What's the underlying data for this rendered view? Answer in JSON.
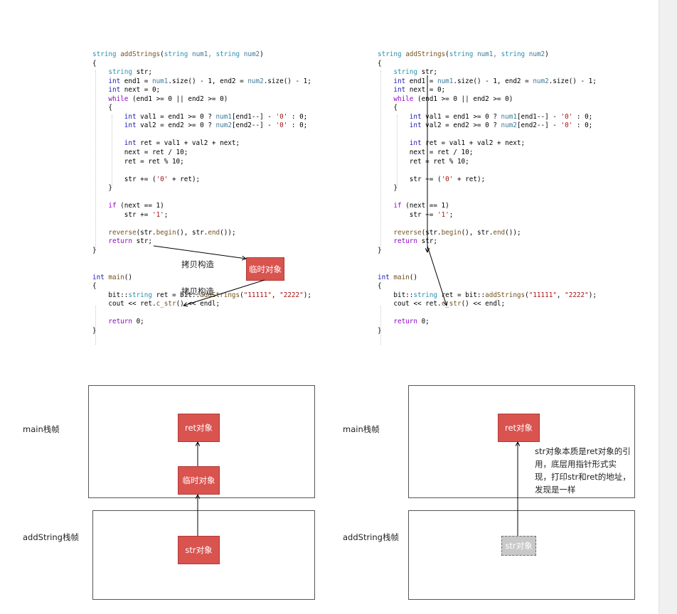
{
  "code_panels": [
    {
      "id": "left",
      "lines": [
        [
          [
            "string ",
            "ty"
          ],
          [
            "addStrings",
            "fn"
          ],
          [
            "(",
            ""
          ],
          [
            "string ",
            "ty"
          ],
          [
            "num1, ",
            "prm"
          ],
          [
            "string ",
            "ty"
          ],
          [
            "num2",
            "prm"
          ],
          [
            ")",
            ""
          ]
        ],
        [
          [
            "{",
            ""
          ]
        ],
        [
          [
            "    ",
            ""
          ],
          [
            "string ",
            "ty"
          ],
          [
            "str;",
            ""
          ]
        ],
        [
          [
            "    ",
            ""
          ],
          [
            "int ",
            "kw"
          ],
          [
            "end1 = ",
            ""
          ],
          [
            "num1",
            "prm"
          ],
          [
            ".size() - 1, end2 = ",
            ""
          ],
          [
            "num2",
            "prm"
          ],
          [
            ".size() - 1;",
            ""
          ]
        ],
        [
          [
            "    ",
            ""
          ],
          [
            "int ",
            "kw"
          ],
          [
            "next = 0;",
            ""
          ]
        ],
        [
          [
            "    ",
            ""
          ],
          [
            "while ",
            "ctl"
          ],
          [
            "(end1 >= 0 || end2 >= 0)",
            ""
          ]
        ],
        [
          [
            "    {",
            ""
          ]
        ],
        [
          [
            "        ",
            ""
          ],
          [
            "int ",
            "kw"
          ],
          [
            "val1 = end1 >= 0 ? ",
            ""
          ],
          [
            "num1",
            "prm"
          ],
          [
            "[end1--] - ",
            ""
          ],
          [
            "'0'",
            "str"
          ],
          [
            " : 0;",
            ""
          ]
        ],
        [
          [
            "        ",
            ""
          ],
          [
            "int ",
            "kw"
          ],
          [
            "val2 = end2 >= 0 ? ",
            ""
          ],
          [
            "num2",
            "prm"
          ],
          [
            "[end2--] - ",
            ""
          ],
          [
            "'0'",
            "str"
          ],
          [
            " : 0;",
            ""
          ]
        ],
        [
          [
            "",
            ""
          ]
        ],
        [
          [
            "        ",
            ""
          ],
          [
            "int ",
            "kw"
          ],
          [
            "ret = val1 + val2 + next;",
            ""
          ]
        ],
        [
          [
            "        next = ret / 10;",
            ""
          ]
        ],
        [
          [
            "        ret = ret % 10;",
            ""
          ]
        ],
        [
          [
            "",
            ""
          ]
        ],
        [
          [
            "        str += (",
            ""
          ],
          [
            "'0'",
            "str"
          ],
          [
            " + ret);",
            ""
          ]
        ],
        [
          [
            "    }",
            ""
          ]
        ],
        [
          [
            "",
            ""
          ]
        ],
        [
          [
            "    ",
            ""
          ],
          [
            "if ",
            "ctl"
          ],
          [
            "(next == 1)",
            ""
          ]
        ],
        [
          [
            "        str += ",
            ""
          ],
          [
            "'1'",
            "str"
          ],
          [
            ";",
            ""
          ]
        ],
        [
          [
            "",
            ""
          ]
        ],
        [
          [
            "    ",
            ""
          ],
          [
            "reverse",
            "fn"
          ],
          [
            "(str.",
            ""
          ],
          [
            "begin",
            "fn"
          ],
          [
            "(), str.",
            ""
          ],
          [
            "end",
            "fn"
          ],
          [
            "());",
            ""
          ]
        ],
        [
          [
            "    ",
            ""
          ],
          [
            "return ",
            "ctl"
          ],
          [
            "str;",
            ""
          ]
        ],
        [
          [
            "}",
            ""
          ]
        ],
        [
          [
            "",
            ""
          ]
        ],
        [
          [
            "",
            ""
          ]
        ],
        [
          [
            "int ",
            "kw"
          ],
          [
            "main",
            "fn"
          ],
          [
            "()",
            ""
          ]
        ],
        [
          [
            "{",
            ""
          ]
        ],
        [
          [
            "    bit::",
            ""
          ],
          [
            "string ",
            "ty"
          ],
          [
            "ret = bit::",
            ""
          ],
          [
            "addStrings",
            "fn"
          ],
          [
            "(",
            ""
          ],
          [
            "\"11111\"",
            "str"
          ],
          [
            ", ",
            ""
          ],
          [
            "\"2222\"",
            "str"
          ],
          [
            ");",
            ""
          ]
        ],
        [
          [
            "    cout << ret.",
            ""
          ],
          [
            "c_str",
            "fn"
          ],
          [
            "() << endl;",
            ""
          ]
        ],
        [
          [
            "",
            ""
          ]
        ],
        [
          [
            "    ",
            ""
          ],
          [
            "return ",
            "ctl"
          ],
          [
            "0;",
            ""
          ]
        ],
        [
          [
            "}",
            ""
          ]
        ]
      ]
    },
    {
      "id": "right",
      "lines": [
        [
          [
            "string ",
            "ty"
          ],
          [
            "addStrings",
            "fn"
          ],
          [
            "(",
            ""
          ],
          [
            "string ",
            "ty"
          ],
          [
            "num1, ",
            "prm"
          ],
          [
            "string ",
            "ty"
          ],
          [
            "num2",
            "prm"
          ],
          [
            ")",
            ""
          ]
        ],
        [
          [
            "{",
            ""
          ]
        ],
        [
          [
            "    ",
            ""
          ],
          [
            "string ",
            "ty"
          ],
          [
            "str;",
            ""
          ]
        ],
        [
          [
            "    ",
            ""
          ],
          [
            "int ",
            "kw"
          ],
          [
            "end1 = ",
            ""
          ],
          [
            "num1",
            "prm"
          ],
          [
            ".size() - 1, end2 = ",
            ""
          ],
          [
            "num2",
            "prm"
          ],
          [
            ".size() - 1;",
            ""
          ]
        ],
        [
          [
            "    ",
            ""
          ],
          [
            "int ",
            "kw"
          ],
          [
            "next = 0;",
            ""
          ]
        ],
        [
          [
            "    ",
            ""
          ],
          [
            "while ",
            "ctl"
          ],
          [
            "(end1 >= 0 || end2 >= 0)",
            ""
          ]
        ],
        [
          [
            "    {",
            ""
          ]
        ],
        [
          [
            "        ",
            ""
          ],
          [
            "int ",
            "kw"
          ],
          [
            "val1 = end1 >= 0 ? ",
            ""
          ],
          [
            "num1",
            "prm"
          ],
          [
            "[end1--] - ",
            ""
          ],
          [
            "'0'",
            "str"
          ],
          [
            " : 0;",
            ""
          ]
        ],
        [
          [
            "        ",
            ""
          ],
          [
            "int ",
            "kw"
          ],
          [
            "val2 = end2 >= 0 ? ",
            ""
          ],
          [
            "num2",
            "prm"
          ],
          [
            "[end2--] - ",
            ""
          ],
          [
            "'0'",
            "str"
          ],
          [
            " : 0;",
            ""
          ]
        ],
        [
          [
            "",
            ""
          ]
        ],
        [
          [
            "        ",
            ""
          ],
          [
            "int ",
            "kw"
          ],
          [
            "ret = val1 + val2 + next;",
            ""
          ]
        ],
        [
          [
            "        next = ret / 10;",
            ""
          ]
        ],
        [
          [
            "        ret = ret % 10;",
            ""
          ]
        ],
        [
          [
            "",
            ""
          ]
        ],
        [
          [
            "        str += (",
            ""
          ],
          [
            "'0'",
            "str"
          ],
          [
            " + ret);",
            ""
          ]
        ],
        [
          [
            "    }",
            ""
          ]
        ],
        [
          [
            "",
            ""
          ]
        ],
        [
          [
            "    ",
            ""
          ],
          [
            "if ",
            "ctl"
          ],
          [
            "(next == 1)",
            ""
          ]
        ],
        [
          [
            "        str += ",
            ""
          ],
          [
            "'1'",
            "str"
          ],
          [
            ";",
            ""
          ]
        ],
        [
          [
            "",
            ""
          ]
        ],
        [
          [
            "    ",
            ""
          ],
          [
            "reverse",
            "fn"
          ],
          [
            "(str.",
            ""
          ],
          [
            "begin",
            "fn"
          ],
          [
            "(), str.",
            ""
          ],
          [
            "end",
            "fn"
          ],
          [
            "());",
            ""
          ]
        ],
        [
          [
            "    ",
            ""
          ],
          [
            "return ",
            "ctl"
          ],
          [
            "str;",
            ""
          ]
        ],
        [
          [
            "}",
            ""
          ]
        ],
        [
          [
            "",
            ""
          ]
        ],
        [
          [
            "",
            ""
          ]
        ],
        [
          [
            "int ",
            "kw"
          ],
          [
            "main",
            "fn"
          ],
          [
            "()",
            ""
          ]
        ],
        [
          [
            "{",
            ""
          ]
        ],
        [
          [
            "    bit::",
            ""
          ],
          [
            "string ",
            "ty"
          ],
          [
            "ret = bit::",
            ""
          ],
          [
            "addStrings",
            "fn"
          ],
          [
            "(",
            ""
          ],
          [
            "\"11111\"",
            "str"
          ],
          [
            ", ",
            ""
          ],
          [
            "\"2222\"",
            "str"
          ],
          [
            ");",
            ""
          ]
        ],
        [
          [
            "    cout << ret.",
            ""
          ],
          [
            "c_str",
            "fn"
          ],
          [
            "() << endl;",
            ""
          ]
        ],
        [
          [
            "",
            ""
          ]
        ],
        [
          [
            "    ",
            ""
          ],
          [
            "return ",
            "ctl"
          ],
          [
            "0;",
            ""
          ]
        ],
        [
          [
            "}",
            ""
          ]
        ]
      ]
    }
  ],
  "annotations": {
    "copy_construct_1": "拷贝构造",
    "copy_construct_2": "拷贝构造",
    "temp_object_top": "临时对象"
  },
  "stack_diagram_left": {
    "main_frame_label": "main栈帧",
    "add_frame_label": "addString栈帧",
    "ret_box": "ret对象",
    "temp_box": "临时对象",
    "str_box": "str对象"
  },
  "stack_diagram_right": {
    "main_frame_label": "main栈帧",
    "add_frame_label": "addString栈帧",
    "ret_box": "ret对象",
    "str_box": "str对象",
    "note": "str对象本质是ret对象的引用，底层用指针形式实现，打印str和ret的地址，发现是一样"
  },
  "colors": {
    "box_fill": "#d9534f",
    "ghost_fill": "#c8c8c8",
    "keyword": "#1a1ab8",
    "type": "#2b91af",
    "function": "#74531f",
    "string_literal": "#a31515",
    "control": "#8f08c4"
  }
}
